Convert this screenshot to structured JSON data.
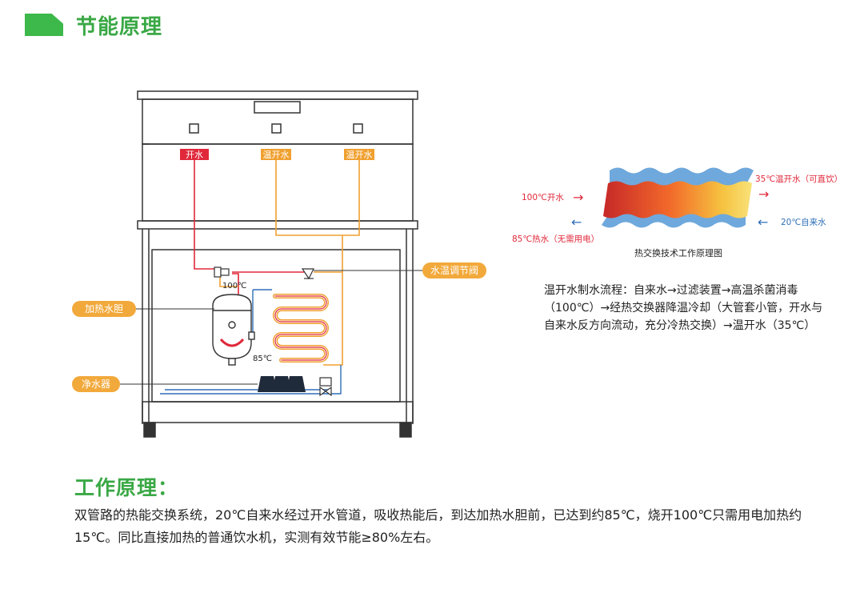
{
  "header": {
    "title": "节能原理"
  },
  "machine": {
    "outlet_hot": "开水",
    "outlet_warm_1": "温开水",
    "outlet_warm_2": "温开水",
    "temp_top": "100℃",
    "temp_mid": "85℃",
    "callout_heater": "加热水胆",
    "callout_purifier": "净水器",
    "callout_valve": "水温调节阀"
  },
  "heat_exchange": {
    "caption": "热交换技术工作原理图",
    "in_hot": "100℃开水",
    "out_warm": "35℃温开水（可直饮）",
    "out_hot": "85℃热水（无需用电）",
    "in_cold": "20℃自来水",
    "arrow_right": "→",
    "arrow_left": "←",
    "process_text": "温开水制水流程：自来水→过滤装置→高温杀菌消毒（100℃）→经热交换器降温冷却（大管套小管，开水与自来水反方向流动，充分冷热交换）→温开水（35℃）"
  },
  "working_principle": {
    "title": "工作原理：",
    "text": "双管路的热能交换系统，20℃自来水经过开水管道，吸收热能后，到达加热水胆前，已达到约85℃，烧开100℃只需用电加热约15℃。同比直接加热的普通饮水机，实测有效节能≥80%左右。"
  },
  "colors": {
    "brand_green": "#3db84a",
    "hot_red": "#e0283a",
    "warm_orange": "#f0a030",
    "cold_blue": "#2f6fb8",
    "callout_orange": "#f2a93b"
  }
}
